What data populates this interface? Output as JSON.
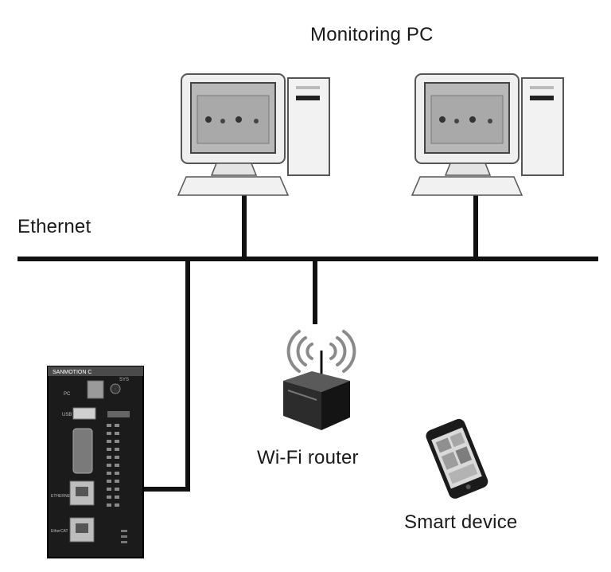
{
  "labels": {
    "monitoring_pc": "Monitoring PC",
    "ethernet": "Ethernet",
    "wifi_router": "Wi-Fi router",
    "smart_device": "Smart device"
  },
  "controller": {
    "brand": "SANMOTION C",
    "ports": [
      "PC",
      "USB",
      "SYS",
      "ETHERNET",
      "EtherCAT"
    ]
  },
  "colors": {
    "line": "#111111",
    "device_light": "#eeeeee",
    "device_dark": "#1b1b1b"
  }
}
